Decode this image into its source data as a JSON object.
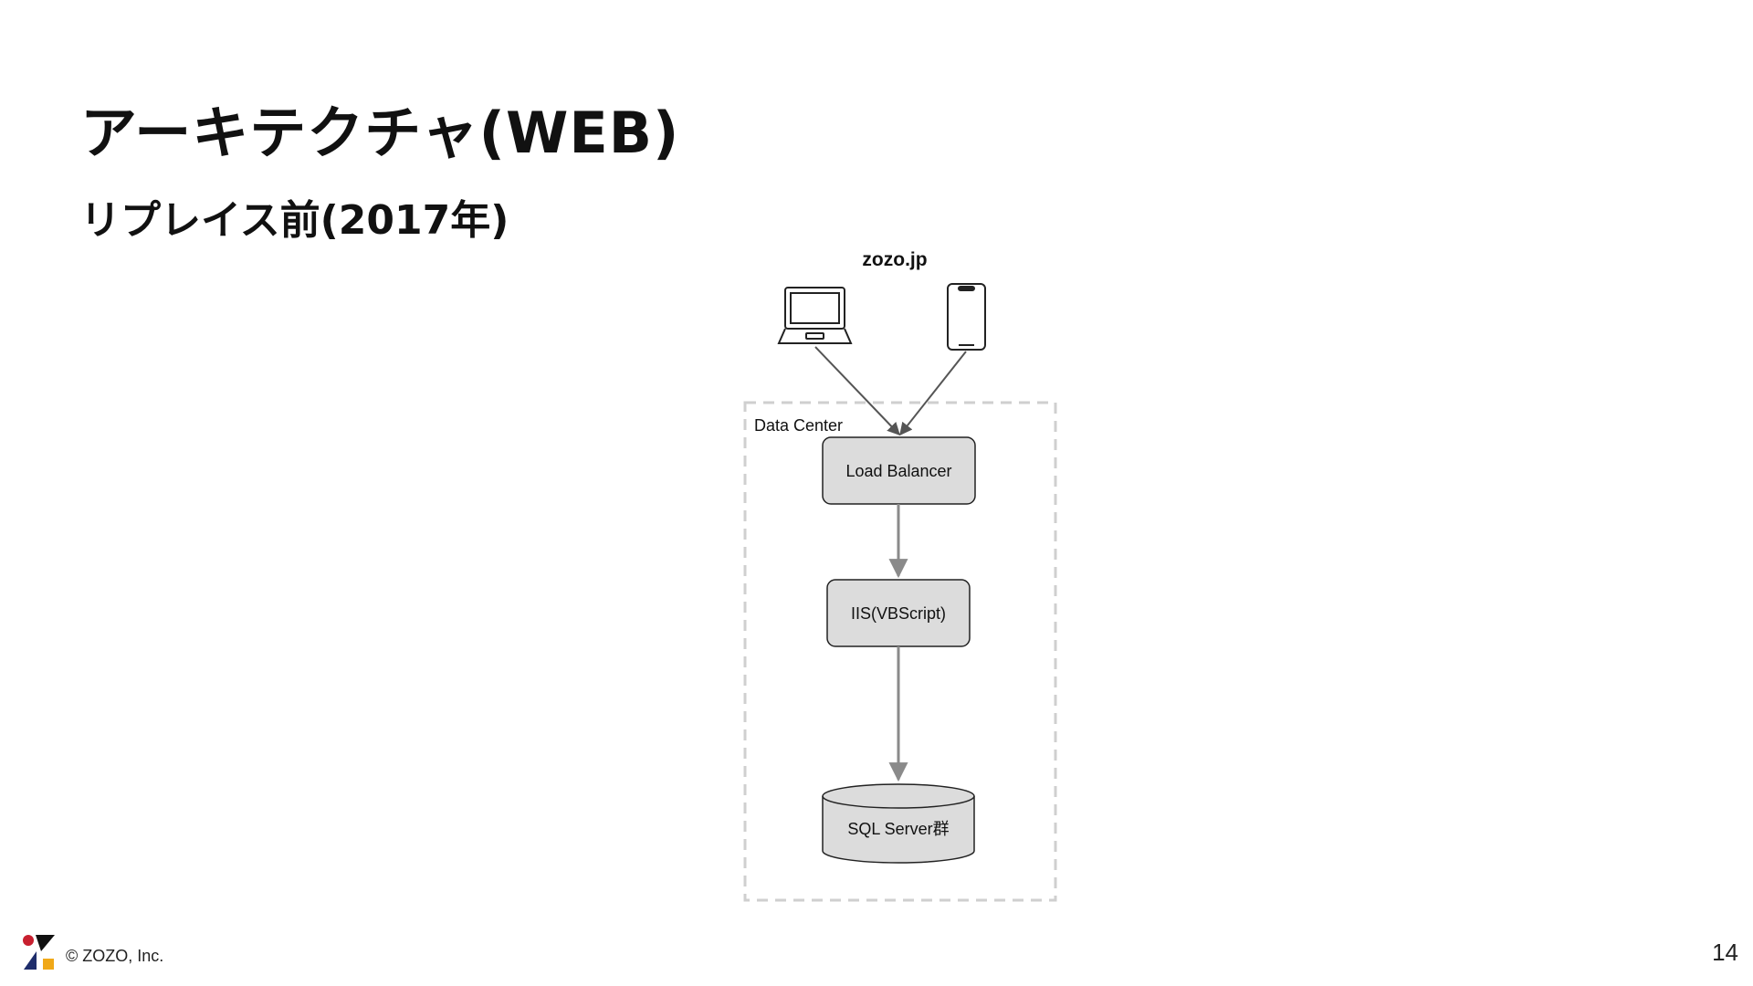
{
  "slide": {
    "title": "アーキテクチャ(WEB)",
    "subtitle": "リプレイス前(2017年)"
  },
  "diagram": {
    "site_label": "zozo.jp",
    "clients": [
      {
        "icon": "laptop-icon"
      },
      {
        "icon": "smartphone-icon"
      }
    ],
    "boundary_label": "Data Center",
    "nodes": [
      {
        "id": "load-balancer",
        "label": "Load Balancer",
        "shape": "rounded-rect"
      },
      {
        "id": "iis",
        "label": "IIS(VBScript)",
        "shape": "rounded-rect"
      },
      {
        "id": "sql-server",
        "label": "SQL Server群",
        "shape": "cylinder"
      }
    ],
    "edges": [
      {
        "from": "laptop",
        "to": "load-balancer"
      },
      {
        "from": "smartphone",
        "to": "load-balancer"
      },
      {
        "from": "load-balancer",
        "to": "iis"
      },
      {
        "from": "iis",
        "to": "sql-server"
      }
    ],
    "colors": {
      "node_fill": "#dcdcdc",
      "arrow": "#8a8a8a",
      "boundary": "#cfcfcf"
    }
  },
  "footer": {
    "copyright": "© ZOZO, Inc.",
    "page_number": "14",
    "logo_colors": [
      "#c8202f",
      "#1e2d6b",
      "#f0a818"
    ]
  }
}
